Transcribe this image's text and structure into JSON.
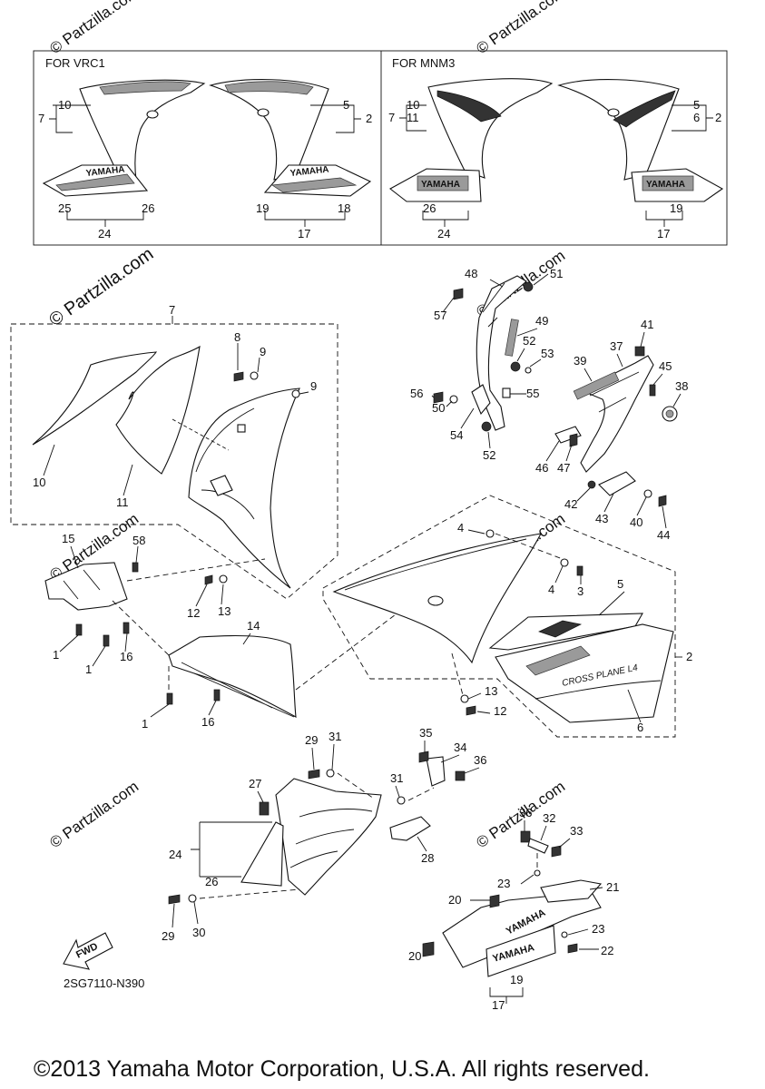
{
  "variant_left": "FOR VRC1",
  "variant_right": "FOR MNM3",
  "logo_text": "YAMAHA",
  "decal_text": "CROSS PLANE L4",
  "fwd_text": "FWD",
  "watermark": "© Partzilla.com",
  "watermark_small": "© Partzilla.com",
  "diagram_code": "2SG7110-N390",
  "copyright": "©2013 Yamaha Motor Corporation, U.S.A. All rights reserved.",
  "callouts": {
    "c1a": "1",
    "c1b": "1",
    "c1c": "1",
    "c2": "2",
    "c2b": "2",
    "c2c": "2",
    "c3": "3",
    "c4a": "4",
    "c4b": "4",
    "c5": "5",
    "c5b": "5",
    "c5c": "5",
    "c6": "6",
    "c6b": "6",
    "c7": "7",
    "c7b": "7",
    "c7c": "7",
    "c8": "8",
    "c9a": "9",
    "c9b": "9",
    "c10": "10",
    "c10b": "10",
    "c10c": "10",
    "c11": "11",
    "c11b": "11",
    "c12a": "12",
    "c12b": "12",
    "c13a": "13",
    "c13b": "13",
    "c14": "14",
    "c15": "15",
    "c16a": "16",
    "c16b": "16",
    "c17": "17",
    "c17b": "17",
    "c17c": "17",
    "c18": "18",
    "c19": "19",
    "c19b": "19",
    "c19c": "19",
    "c20a": "20",
    "c20b": "20",
    "c21": "21",
    "c22": "22",
    "c23a": "23",
    "c23b": "23",
    "c24": "24",
    "c24b": "24",
    "c24c": "24",
    "c25": "25",
    "c26": "26",
    "c26b": "26",
    "c26c": "26",
    "c27": "27",
    "c28": "28",
    "c29a": "29",
    "c29b": "29",
    "c30": "30",
    "c31a": "31",
    "c31b": "31",
    "c32": "32",
    "c33": "33",
    "c34": "34",
    "c35": "35",
    "c36a": "36",
    "c36b": "36",
    "c37": "37",
    "c38": "38",
    "c39": "39",
    "c40": "40",
    "c41": "41",
    "c42": "42",
    "c43": "43",
    "c44": "44",
    "c45": "45",
    "c46": "46",
    "c47": "47",
    "c48": "48",
    "c49": "49",
    "c50": "50",
    "c51": "51",
    "c52a": "52",
    "c52b": "52",
    "c53": "53",
    "c54": "54",
    "c55": "55",
    "c56": "56",
    "c57": "57",
    "c58": "58"
  }
}
